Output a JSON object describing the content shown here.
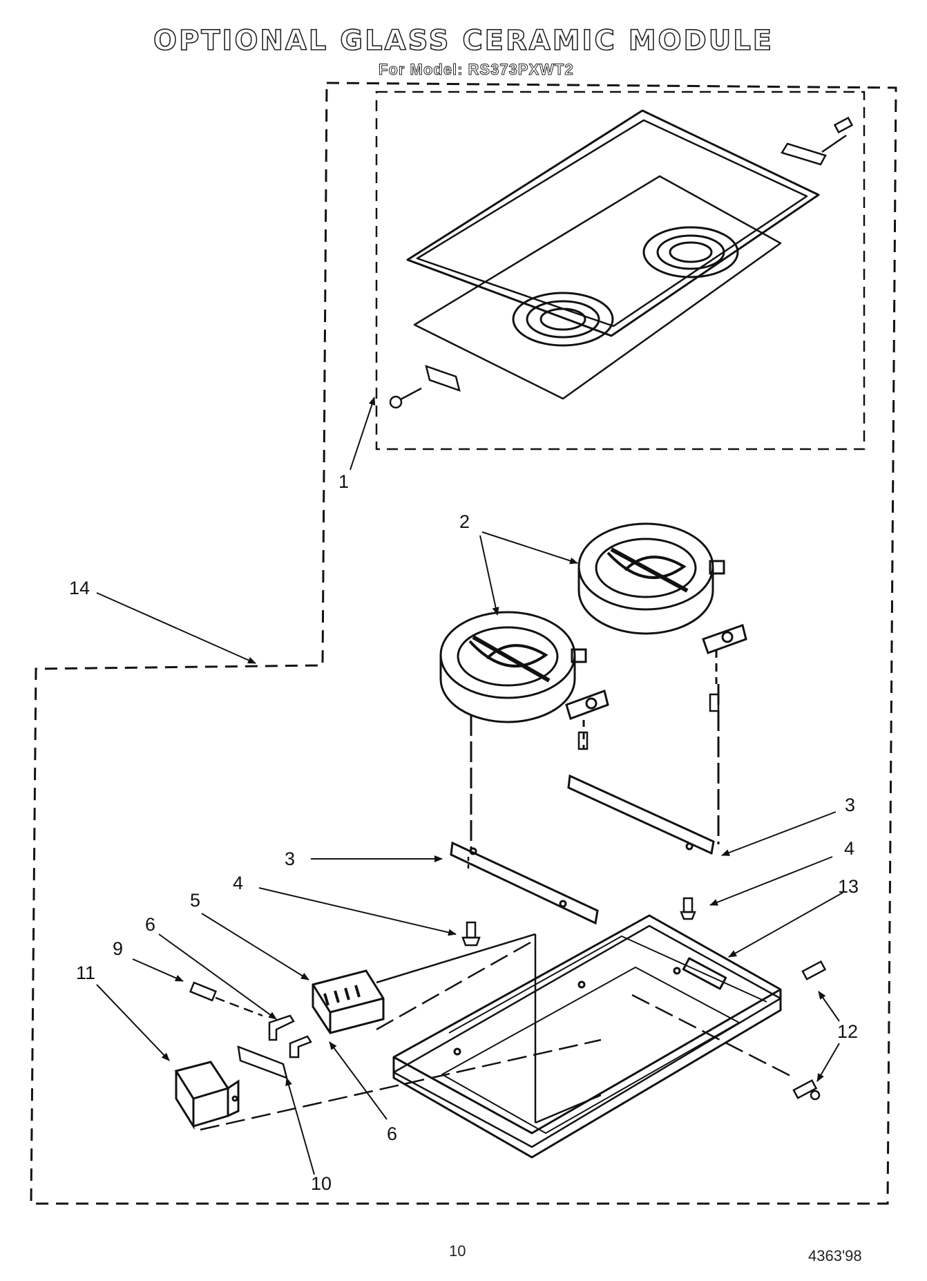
{
  "header": {
    "title": "OPTIONAL GLASS CERAMIC MODULE",
    "model_line": "For Model: RS373PXWT2"
  },
  "callouts": [
    "1",
    "2",
    "3",
    "3",
    "4",
    "4",
    "5",
    "6",
    "6",
    "9",
    "10",
    "11",
    "12",
    "13",
    "14"
  ],
  "footer": {
    "page_number": "10",
    "doc_code": "4363'98"
  }
}
